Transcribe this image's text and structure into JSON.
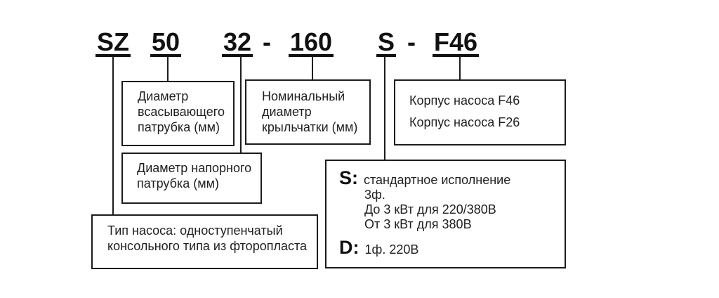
{
  "code": {
    "sz": "SZ",
    "suction": "50",
    "discharge": "32",
    "sep1": "-",
    "impeller": "160",
    "execution": "S",
    "sep2": "-",
    "casing": "F46"
  },
  "callouts": {
    "suction": {
      "lines": [
        "Диаметр",
        "всасывающего",
        "патрубка (мм)"
      ]
    },
    "impeller": {
      "lines": [
        "Номинальный",
        "диаметр",
        "крыльчатки (мм)"
      ]
    },
    "casing": {
      "lines": [
        "Корпус насоса F46",
        "Корпус насоса F26"
      ]
    },
    "discharge": {
      "lines": [
        "Диаметр напорного",
        "патрубка (мм)"
      ]
    },
    "pump_type": {
      "lines": [
        "Тип насоса: одноступенчатый",
        "консольного типа из фторопласта"
      ]
    },
    "execution": {
      "s_label": "S:",
      "s_text": "стандартное исполнение",
      "s_sublines": [
        "3ф.",
        "До 3 кВт для 220/380В",
        "От 3 кВт для 380В"
      ],
      "d_label": "D:",
      "d_text": "1ф. 220В"
    }
  },
  "colors": {
    "background": "#ffffff",
    "code_text": "#111111",
    "body_text": "#1f1f1f",
    "line": "#1c1c1c"
  }
}
